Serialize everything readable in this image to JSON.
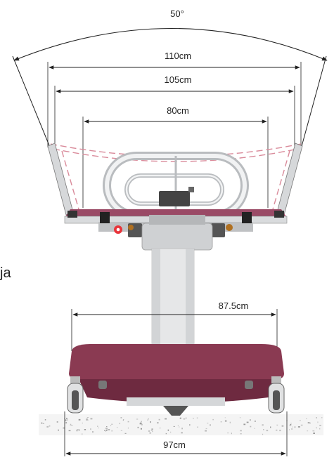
{
  "dimensions": {
    "angle": "50°",
    "width_outer": "110cm",
    "width_mid": "105cm",
    "width_inner": "80cm",
    "base_top": "87.5cm",
    "base_bottom": "97cm"
  },
  "side_label": "ja",
  "colors": {
    "line": "#222222",
    "base": "#8a3a52",
    "base_dark": "#6e2a40",
    "mattress": "#9a4a66",
    "dashed": "#d98a9a",
    "rail": "#d6d8da",
    "column": "#e6e7e8",
    "column_dark": "#c9cbcd",
    "mechanism": "#cfd1d3",
    "knob": "#e8343a",
    "ground": "#c8c8c8"
  }
}
